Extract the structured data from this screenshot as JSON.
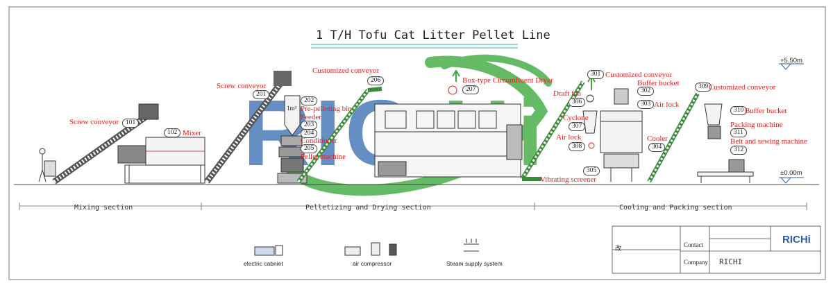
{
  "title": "1 T/H Tofu Cat Litter Pellet Line",
  "watermark": "RICHi",
  "colors": {
    "label": "#e02020",
    "watermark_blue": "#3a6fb3",
    "watermark_green": "#3aa83a",
    "conveyor_green": "#3a8a3a"
  },
  "elevations": {
    "top": "+5.50m",
    "ground": "±0.00m"
  },
  "sections": [
    "Mixing section",
    "Pelletizing and Drying section",
    "Cooling and Packing section"
  ],
  "labels": {
    "screw_conveyor_101": "Screw conveyor",
    "mixer": "Mixer",
    "screw_conveyor_201": "Screw conveyor",
    "pre_pelleting_bin": "Pre-pelleting bin",
    "volume": "1m³",
    "feeder": "Feeder",
    "conditioner": "Conditioner",
    "pellet_machine": "Pellet machine",
    "customized_conveyor_206": "Customized conveyor",
    "dryer": "Box-type Circumfluent Dryer",
    "customized_conveyor_301": "Customized conveyor",
    "buffer_bucket_302": "Buffer bucket",
    "air_lock_303": "Air lock",
    "draft_fan": "Draft fan",
    "cyclone": "Cyclone",
    "air_lock_308": "Air lock",
    "cooler": "Cooler",
    "vibrating_screener": "Vibrating screener",
    "customized_conveyor_309": "Customized conveyor",
    "buffer_bucket_310": "Buffer bucket",
    "packing_machine": "Packing machine",
    "belt_sewing": "Belt and sewing machine"
  },
  "numbers": {
    "n101": "101",
    "n102": "102",
    "n201": "201",
    "n202": "202",
    "n203": "203",
    "n204": "204",
    "n205": "205",
    "n206": "206",
    "n207": "207",
    "n301": "301",
    "n302": "302",
    "n303": "303",
    "n305": "305",
    "n306": "306",
    "n307": "307",
    "n308": "308",
    "n304": "304",
    "n309": "309",
    "n310": "310",
    "n311": "311",
    "n312": "312"
  },
  "utilities": [
    "electric cabniet",
    "air compressor",
    "Steam supply system"
  ],
  "title_block": {
    "contact_label": "Contact",
    "company_label": "Company",
    "company_value": "RICHI",
    "logo": "RICHi",
    "rev_mark": "改"
  }
}
